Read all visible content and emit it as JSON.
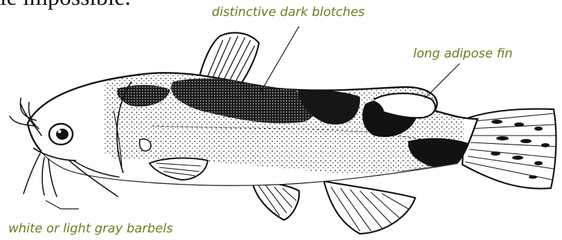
{
  "figure": {
    "top_text_fragment": "le impossible.",
    "labels": {
      "blotches": "distinctive dark blotches",
      "adipose": "long adipose fin",
      "barbels": "white or light gray barbels"
    }
  },
  "colors": {
    "label_color": "#6f7a1e",
    "ink": "#111111",
    "paper": "#ffffff"
  }
}
